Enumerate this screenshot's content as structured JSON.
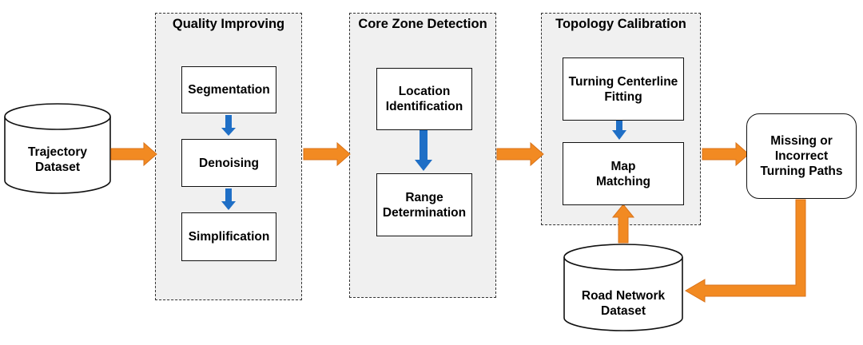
{
  "stages": {
    "quality": {
      "title": "Quality Improving",
      "steps": [
        "Segmentation",
        "Denoising",
        "Simplification"
      ]
    },
    "core": {
      "title": "Core Zone Detection",
      "steps": [
        "Location Identification",
        "Range Determination"
      ]
    },
    "topology": {
      "title": "Topology Calibration",
      "steps": [
        "Turning Centerline Fitting",
        "Map Matching"
      ]
    }
  },
  "inputs": {
    "trajectory": "Trajectory Dataset",
    "road_network": "Road Network Dataset"
  },
  "output": "Missing or Incorrect Turning Paths",
  "colors": {
    "flow_arrow": "#f28a22",
    "inner_arrow": "#1f6fc6",
    "panel_bg": "#f0f0f0"
  }
}
